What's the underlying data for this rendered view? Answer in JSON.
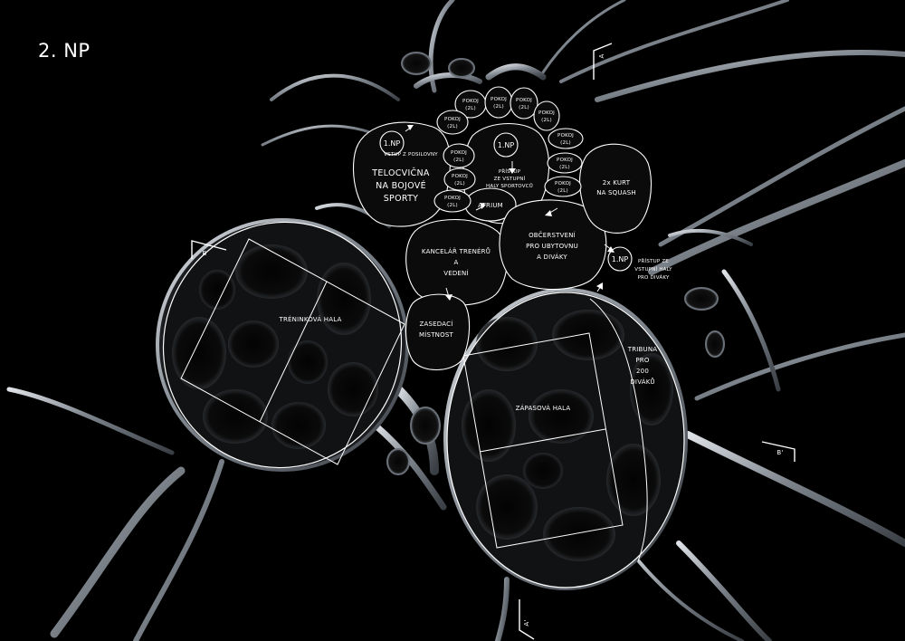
{
  "floor_title": "2. NP",
  "rooms": {
    "pokoj": [
      "POKOJ",
      "(2L)"
    ],
    "entry_gym": [
      "1.NP",
      "VSTUP Z POSILOVNY"
    ],
    "telocvicna": [
      "TELOCVIČNA",
      "NA BOJOVÉ",
      "SPORTY"
    ],
    "central_np": "1.NP",
    "central_access": [
      "PŘÍSTUP",
      "ZE VSTUPNÍ",
      "HALY SPORTOVCŮ"
    ],
    "atrium": "ATRIUM",
    "squash": [
      "2x KURT",
      "NA SQUASH"
    ],
    "obcerstveni": [
      "OBČERSTVENÍ",
      "PRO UBYTOVNU",
      "A DIVÁKY"
    ],
    "kancelar": [
      "KANCELÁŘ TRENÉRŮ",
      "A",
      "VEDENÍ"
    ],
    "zasedaci": [
      "ZASEDACÍ",
      "MÍSTNOST"
    ],
    "treninkova": "TRÉNINKOVÁ HALA",
    "zapasova": "ZÁPASOVÁ HALA",
    "tribuna": [
      "TRIBUNA",
      "PRO",
      "200",
      "DIVÁKŮ"
    ],
    "spectator_np": "1.NP",
    "spectator_access": [
      "PŘÍSTUP ZE",
      "VSTUPNÍ HALY",
      "PRO DIVÁKY"
    ]
  },
  "section_markers": {
    "a": "A",
    "a_prime": "A'",
    "b": "B",
    "b_prime": "B'"
  },
  "colors": {
    "background": "#000000",
    "lines": "#ffffff",
    "structure": "#9aa0a6"
  }
}
